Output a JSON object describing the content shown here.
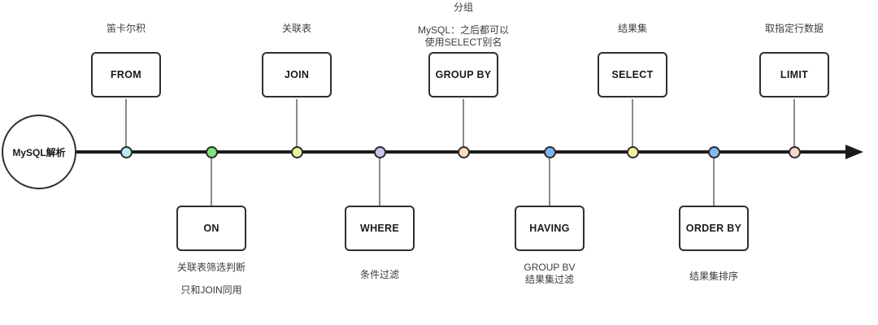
{
  "diagram": {
    "start": {
      "label": "MySQL解析"
    },
    "line_color": "#1c1c1c",
    "nodes": [
      {
        "label": "FROM",
        "side": "top",
        "dot_color": "#b9edf2",
        "annotations": [
          "笛卡尔积"
        ]
      },
      {
        "label": "ON",
        "side": "bottom",
        "dot_color": "#80e27a",
        "annotations": [
          "关联表筛选判断",
          "只和JOIN同用"
        ]
      },
      {
        "label": "JOIN",
        "side": "top",
        "dot_color": "#eff49c",
        "annotations": [
          "关联表"
        ]
      },
      {
        "label": "WHERE",
        "side": "bottom",
        "dot_color": "#c8c6f3",
        "annotations": [
          "条件过滤"
        ]
      },
      {
        "label": "GROUP BY",
        "side": "top",
        "dot_color": "#f8dcc4",
        "annotations": [
          "分组",
          "MySQL：之后都可以",
          "使用SELECT别名"
        ]
      },
      {
        "label": "HAVING",
        "side": "bottom",
        "dot_color": "#7db5ef",
        "annotations": [
          "GROUP BV",
          "结果集过滤"
        ]
      },
      {
        "label": "SELECT",
        "side": "top",
        "dot_color": "#f3f19c",
        "annotations": [
          "结果集"
        ]
      },
      {
        "label": "ORDER BY",
        "side": "bottom",
        "dot_color": "#80b9f1",
        "annotations": [
          "结果集排序"
        ]
      },
      {
        "label": "LIMIT",
        "side": "top",
        "dot_color": "#f8d9c7",
        "annotations": [
          "取指定行数据"
        ]
      }
    ]
  }
}
